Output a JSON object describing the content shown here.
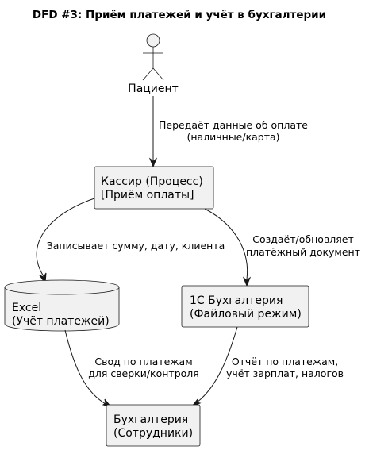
{
  "title": "DFD #3: Приём платежей и учёт в бухгалтерии",
  "actor": {
    "label": "Пациент"
  },
  "nodes": {
    "cashier": {
      "line1": "Кассир (Процесс)",
      "line2": "[Приём оплаты]"
    },
    "excel": {
      "line1": "Excel",
      "line2": "(Учёт платежей)"
    },
    "onec": {
      "line1": "1С Бухгалтерия",
      "line2": "(Файловый режим)"
    },
    "accounting": {
      "line1": "Бухгалтерия",
      "line2": "(Сотрудники)"
    }
  },
  "edges": {
    "patient_to_cashier": {
      "line1": "Передаёт данные об оплате",
      "line2": "(наличные/карта)"
    },
    "cashier_to_excel": {
      "line1": "Записывает сумму, дату, клиента"
    },
    "cashier_to_onec": {
      "line1": "Создаёт/обновляет",
      "line2": "платёжный документ"
    },
    "excel_to_accounting": {
      "line1": "Свод по платежам",
      "line2": "для сверки/контроля"
    },
    "onec_to_accounting": {
      "line1": "Отчёт по платежам,",
      "line2": "учёт зарплат, налогов"
    }
  }
}
